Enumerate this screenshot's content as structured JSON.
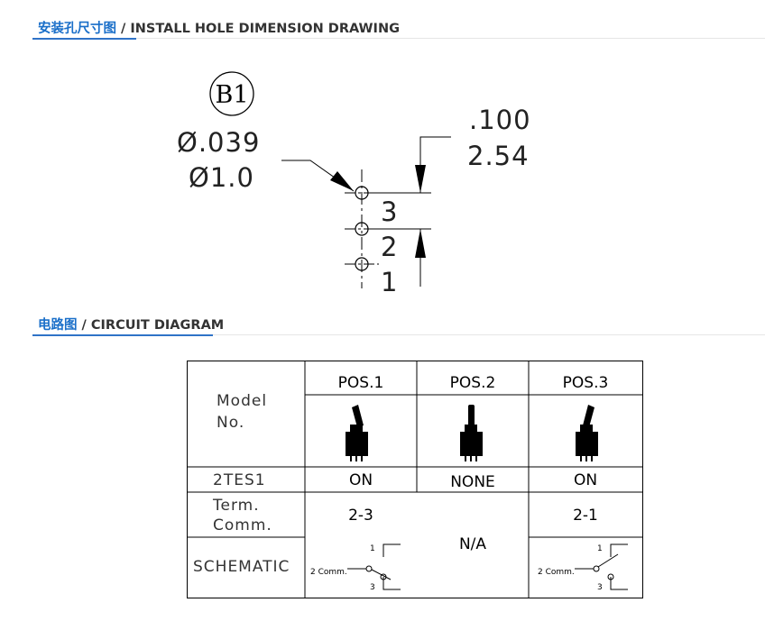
{
  "sections": {
    "install": {
      "title_cn": "安装孔尺寸图",
      "title_en": " / INSTALL HOLE DIMENSION DRAWING"
    },
    "circuit": {
      "title_cn": "电路图",
      "title_en": " / CIRCUIT DIAGRAM"
    }
  },
  "drawing": {
    "badge": "B1",
    "dia_in": "Ø.039",
    "dia_mm": "Ø1.0",
    "pitch_in": ".100",
    "pitch_mm": "2.54",
    "pin_labels": [
      "3",
      "2",
      "1"
    ]
  },
  "table": {
    "model_label_1": "Model",
    "model_label_2": "No.",
    "positions": [
      "POS.1",
      "POS.2",
      "POS.3"
    ],
    "model_no": "2TES1",
    "states": [
      "ON",
      "NONE",
      "ON"
    ],
    "term_label_1": "Term.",
    "term_label_2": "Comm.",
    "term_values": [
      "2-3",
      "N/A",
      "2-1"
    ],
    "schematic_label": "SCHEMATIC",
    "schematic": {
      "pin1": "1",
      "pin3": "3",
      "comm": "2 Comm."
    }
  }
}
